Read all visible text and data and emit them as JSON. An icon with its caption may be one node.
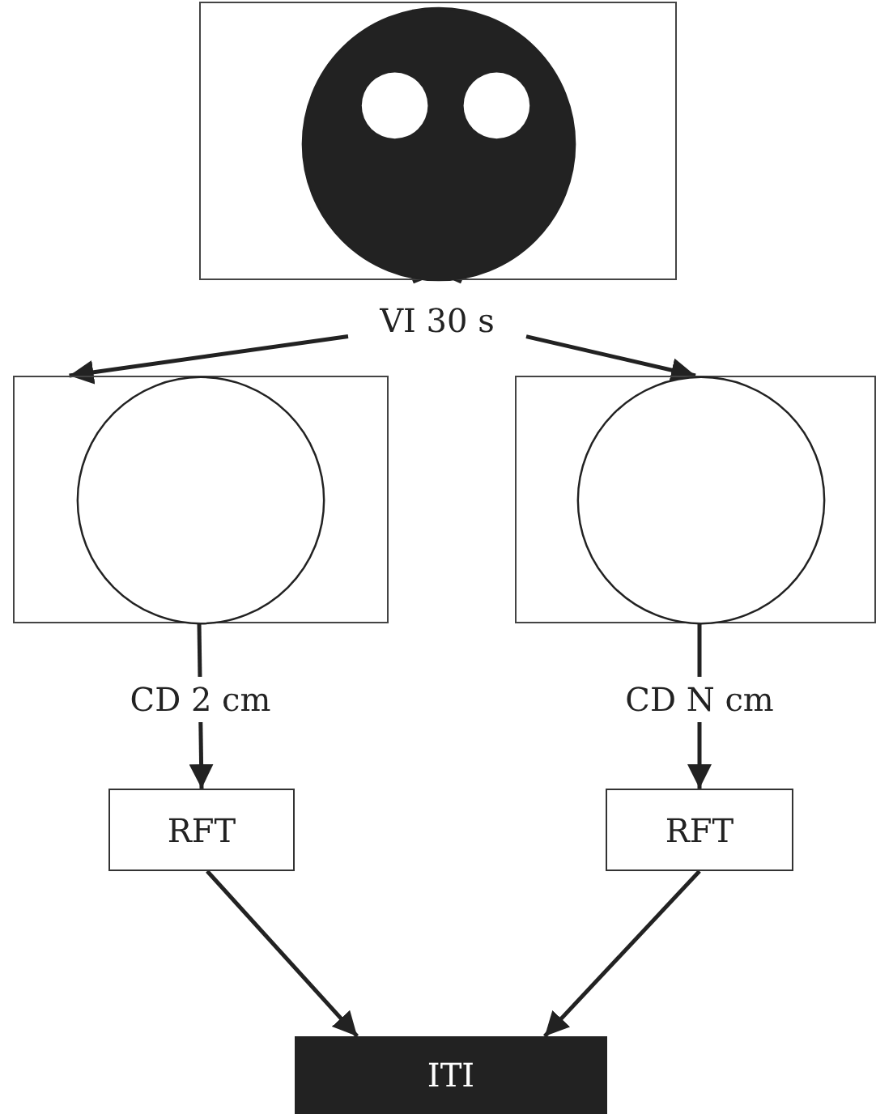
{
  "diagram": {
    "nodes": [
      {
        "text": [],
        "shape": "box"
      },
      {
        "text": [],
        "shape": "circle",
        "in": 0
      },
      {
        "text": [
          "VI 30 s"
        ]
      },
      {
        "text": [],
        "shape": "box"
      },
      {
        "text": [],
        "shape": "circle",
        "in": 3
      },
      {
        "text": [],
        "shape": "box"
      },
      {
        "text": [],
        "shape": "circle",
        "in": 5
      },
      {
        "text": [
          "RFT"
        ]
      },
      {
        "text": [
          "RFT"
        ]
      },
      {
        "text": [
          "ITI"
        ]
      }
    ],
    "edges": [
      {
        "from": 2,
        "to": 3,
        "arrow": "to"
      },
      {
        "from": 2,
        "to": 5,
        "arrow": "to"
      },
      {
        "from": 4,
        "to": 7,
        "arrow": "to",
        "label": "CD 2 cm"
      },
      {
        "from": 6,
        "to": 8,
        "arrow": "to",
        "label": "CD N cm"
      },
      {
        "from": 7,
        "to": 9,
        "arrow": "to"
      },
      {
        "from": 8,
        "to": 9,
        "arrow": "to"
      }
    ]
  }
}
